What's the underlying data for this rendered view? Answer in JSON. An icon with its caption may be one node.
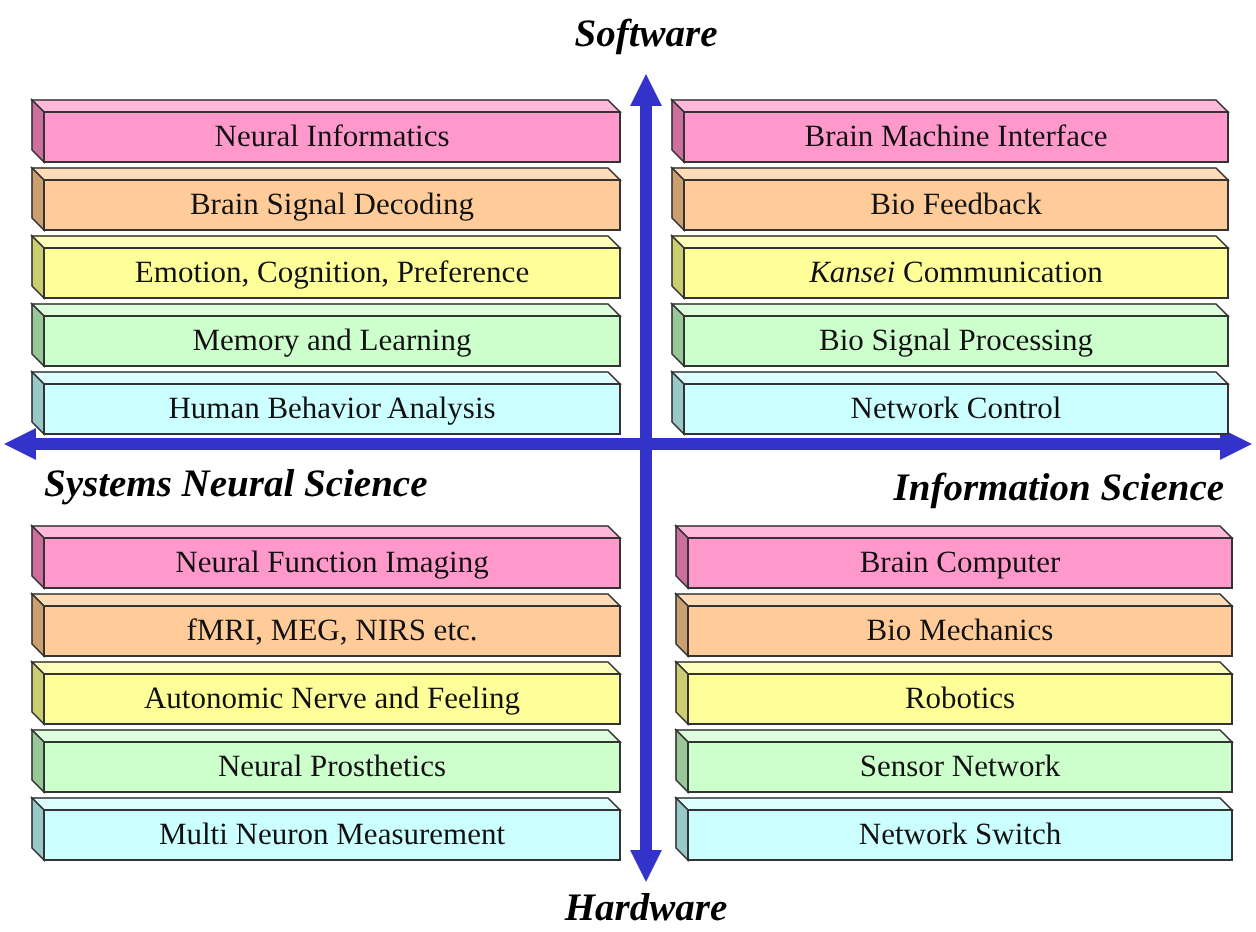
{
  "diagram": {
    "nodes": [
      {
        "text": [
          "Neural Informatics"
        ]
      },
      {
        "text": [
          "Brain Machine Interface"
        ]
      },
      {
        "text": [
          "Brain Signal Decoding"
        ]
      },
      {
        "text": [
          "Bio Feedback"
        ]
      },
      {
        "text": [
          "Emotion, Cognition, Preference"
        ]
      },
      {
        "text": [
          "*Kansei* Communication"
        ]
      },
      {
        "text": [
          "Memory and Learning"
        ]
      },
      {
        "text": [
          "Bio Signal Processing"
        ]
      },
      {
        "text": [
          "Human Behavior Analysis"
        ]
      },
      {
        "text": [
          "Network Control"
        ]
      },
      {
        "text": [
          "Neural Function Imaging"
        ]
      },
      {
        "text": [
          "Brain Computer"
        ]
      },
      {
        "text": [
          "fMRI, MEG, NIRS etc."
        ]
      },
      {
        "text": [
          "Bio Mechanics"
        ]
      },
      {
        "text": [
          "Autonomic Nerve and Feeling"
        ]
      },
      {
        "text": [
          "Robotics"
        ]
      },
      {
        "text": [
          "Neural Prosthetics"
        ]
      },
      {
        "text": [
          "Sensor Network"
        ]
      },
      {
        "text": [
          "Multi Neuron Measurement"
        ]
      },
      {
        "text": [
          "Network Switch"
        ]
      }
    ],
    "labels": [
      "Software",
      "Systems Neural Science",
      "Information Science",
      "Hardware"
    ]
  }
}
